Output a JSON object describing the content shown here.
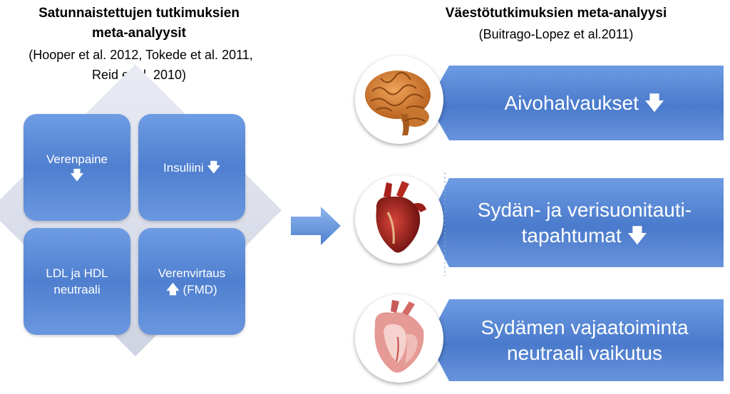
{
  "left": {
    "title_line1": "Satunnaistettujen tutkimuksien",
    "title_line2": "meta-analyysit",
    "refs_line1": "(Hooper et al. 2012, Tokede et al. 2011,",
    "refs_line2": "Reid et al. 2010)",
    "tiles": {
      "blood_pressure": {
        "label": "Verenpaine",
        "arrow": "🡇"
      },
      "insulin": {
        "label": "Insuliini",
        "arrow": "🡇"
      },
      "ldl_hdl": {
        "line1": "LDL ja HDL",
        "line2": "neutraali"
      },
      "blood_flow": {
        "label": "Verenvirtaus",
        "arrow": "🡅",
        "suffix": "(FMD)"
      }
    }
  },
  "right": {
    "title": "Väestötutkimuksien meta-analyysi",
    "ref": "(Buitrago-Lopez et al.2011)",
    "panels": {
      "stroke": {
        "label": "Aivohalvaukset",
        "arrow": "🡇"
      },
      "cvd": {
        "line1": "Sydän- ja verisuonitauti-",
        "line2": "tapahtumat",
        "arrow": "🡇"
      },
      "heart_failure": {
        "line1": "Sydämen vajaatoiminta",
        "line2": "neutraali vaikutus"
      }
    }
  },
  "icons": [
    "brain-icon",
    "heart-icon",
    "heart-cross-section-icon",
    "right-arrow-icon"
  ],
  "colors": {
    "tile_blue": "#5b8ad8",
    "diamond_gray": "#dde0ea",
    "panel_blue": "#5a88d6"
  }
}
